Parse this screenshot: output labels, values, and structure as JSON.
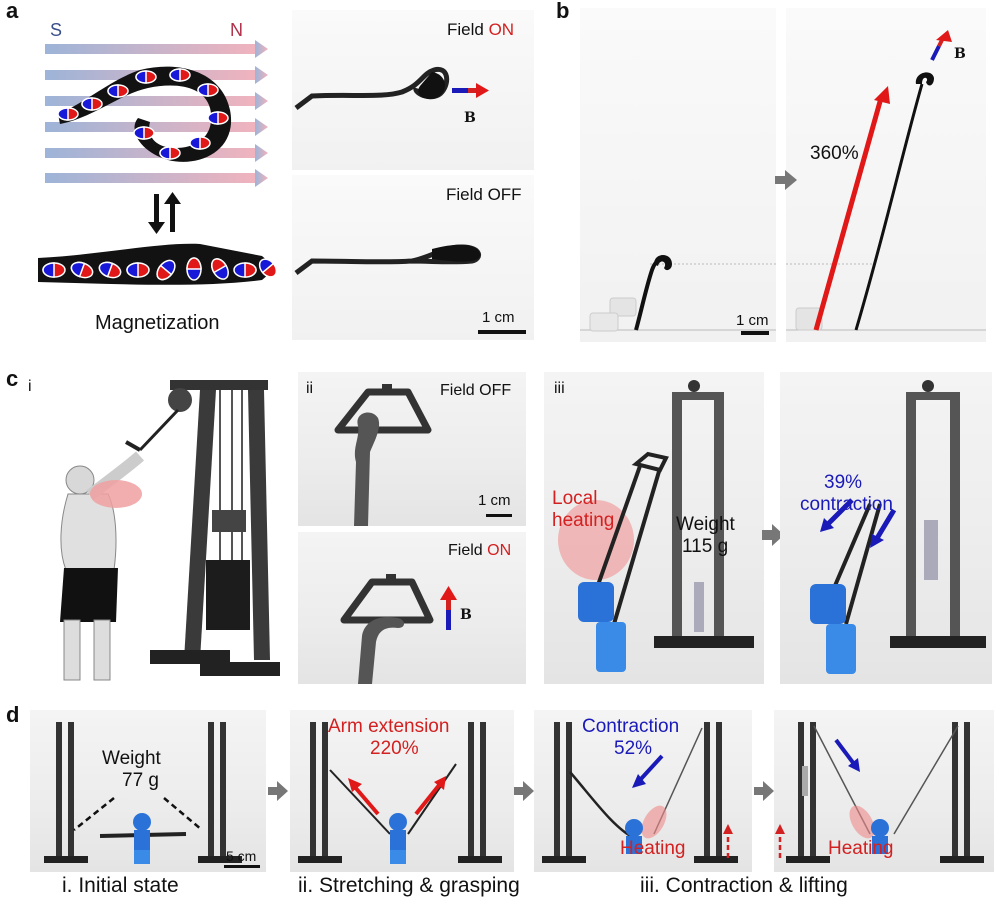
{
  "panel_a": {
    "letter": "a",
    "pole_south": "S",
    "pole_north": "N",
    "caption": "Magnetization",
    "field_on_prefix": "Field ",
    "field_on_state": "ON",
    "field_off": "Field OFF",
    "vector_label": "B",
    "scale": "1 cm"
  },
  "panel_b": {
    "letter": "b",
    "extension": "360%",
    "vector_label": "B",
    "scale": "1 cm"
  },
  "panel_c": {
    "letter": "c",
    "sub_i": "i",
    "sub_ii": "ii",
    "sub_iii": "iii",
    "field_off": "Field OFF",
    "field_on_prefix": "Field ",
    "field_on_state": "ON",
    "vector_label": "B",
    "scale": "1 cm",
    "local_heating_1": "Local",
    "local_heating_2": "heating",
    "weight_1": "Weight",
    "weight_2": "115 g",
    "contraction_1": "39%",
    "contraction_2": "contraction"
  },
  "panel_d": {
    "letter": "d",
    "weight_1": "Weight",
    "weight_2": "77 g",
    "scale": "5 cm",
    "arm_ext_1": "Arm extension",
    "arm_ext_2": "220%",
    "contraction_1": "Contraction",
    "contraction_2": "52%",
    "heating_1": "Heating",
    "heating_2": "Heating",
    "caption_i": "i. Initial state",
    "caption_ii": "ii. Stretching & grasping",
    "caption_iii": "iii. Contraction & lifting"
  },
  "colors": {
    "red": "#d32020",
    "blue": "#1a1ab8",
    "field_blue": "#9db4d8",
    "field_red": "#f0b3bd",
    "heating": "#f08a8a"
  }
}
